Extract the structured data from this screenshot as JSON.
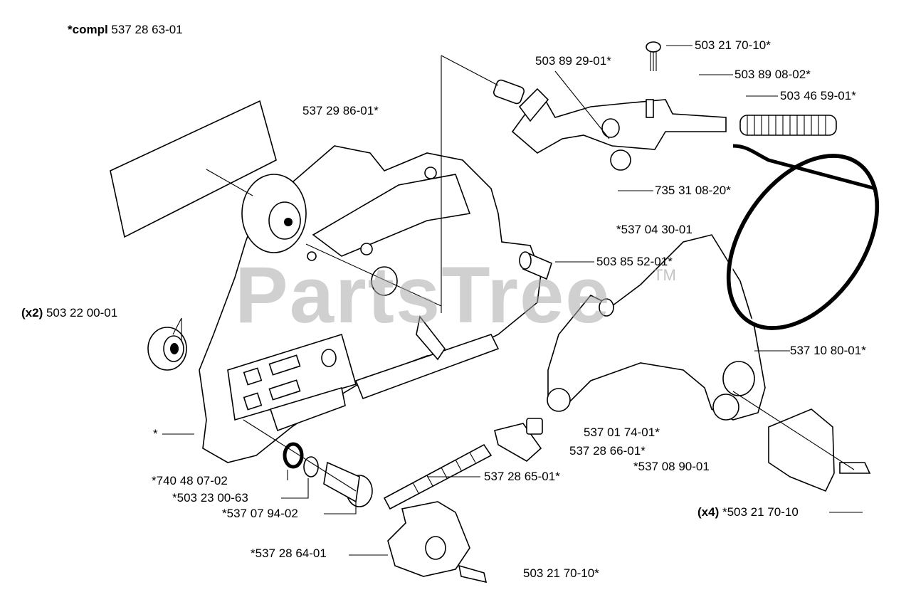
{
  "watermark": {
    "text": "PartsTree",
    "tm": "TM"
  },
  "labels": {
    "compl_prefix": "*compl",
    "compl_num": "537 28 63-01",
    "p_537_29_86": "537 29 86-01*",
    "p_503_89_29": "503 89 29-01*",
    "p_503_21_70_top": "503 21 70-10*",
    "p_503_89_08": "503 89 08-02*",
    "p_503_46_59": "503 46 59-01*",
    "p_735_31_08": "735 31 08-20*",
    "p_537_04_30": "*537 04 30-01",
    "p_503_85_52": "503 85 52-01*",
    "x2_prefix": "(x2)",
    "p_503_22_00": "503 22 00-01",
    "p_537_10_80": "537 10 80-01*",
    "asterisk": "*",
    "p_537_01_74": "537 01 74-01*",
    "p_537_28_66": "537 28 66-01*",
    "p_537_08_90": "*537 08 90-01",
    "p_740_48_07": "*740 48 07-02",
    "p_503_23_00": "*503 23 00-63",
    "p_537_28_65": "537 28 65-01*",
    "p_537_07_94": "*537 07 94-02",
    "x4_prefix": "(x4)",
    "p_503_21_70_x4": "*503 21 70-10",
    "p_537_28_64": "*537 28 64-01",
    "p_503_21_70_bottom": "503 21 70-10*"
  }
}
